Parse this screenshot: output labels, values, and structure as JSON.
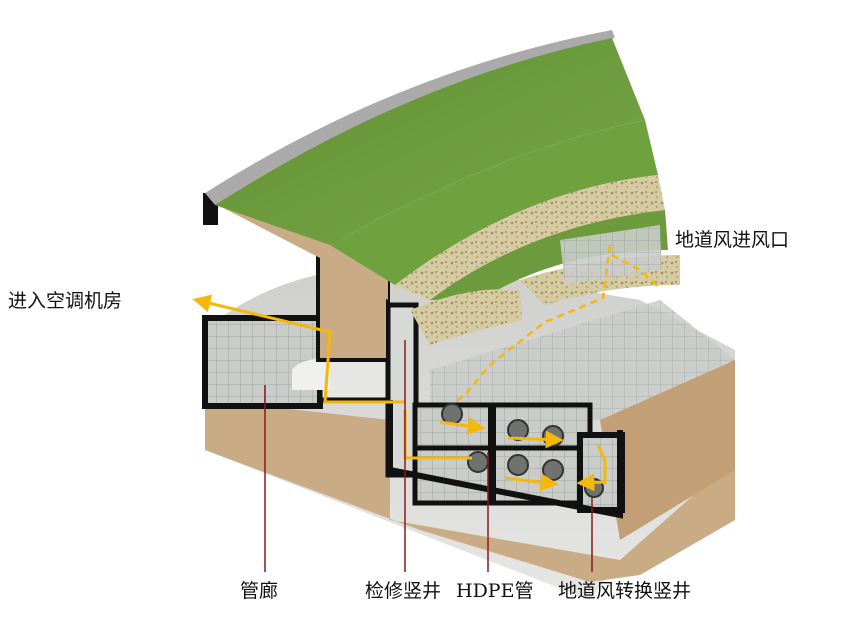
{
  "labels": {
    "ac_room": "进入空调机房",
    "air_inlet": "地道风进风口",
    "corridor": "管廊",
    "maintenance_shaft": "检修竖井",
    "hdpe_pipe": "HDPE管",
    "transfer_shaft": "地道风转换竖井"
  },
  "colors": {
    "airflow_arrow": "#f5b70a",
    "leader_line": "#8b1a1a",
    "green_roof": "#6b9a3a",
    "soil": "#c9ab85",
    "wall_outline": "#111111",
    "gravel": "#d6cba0"
  }
}
